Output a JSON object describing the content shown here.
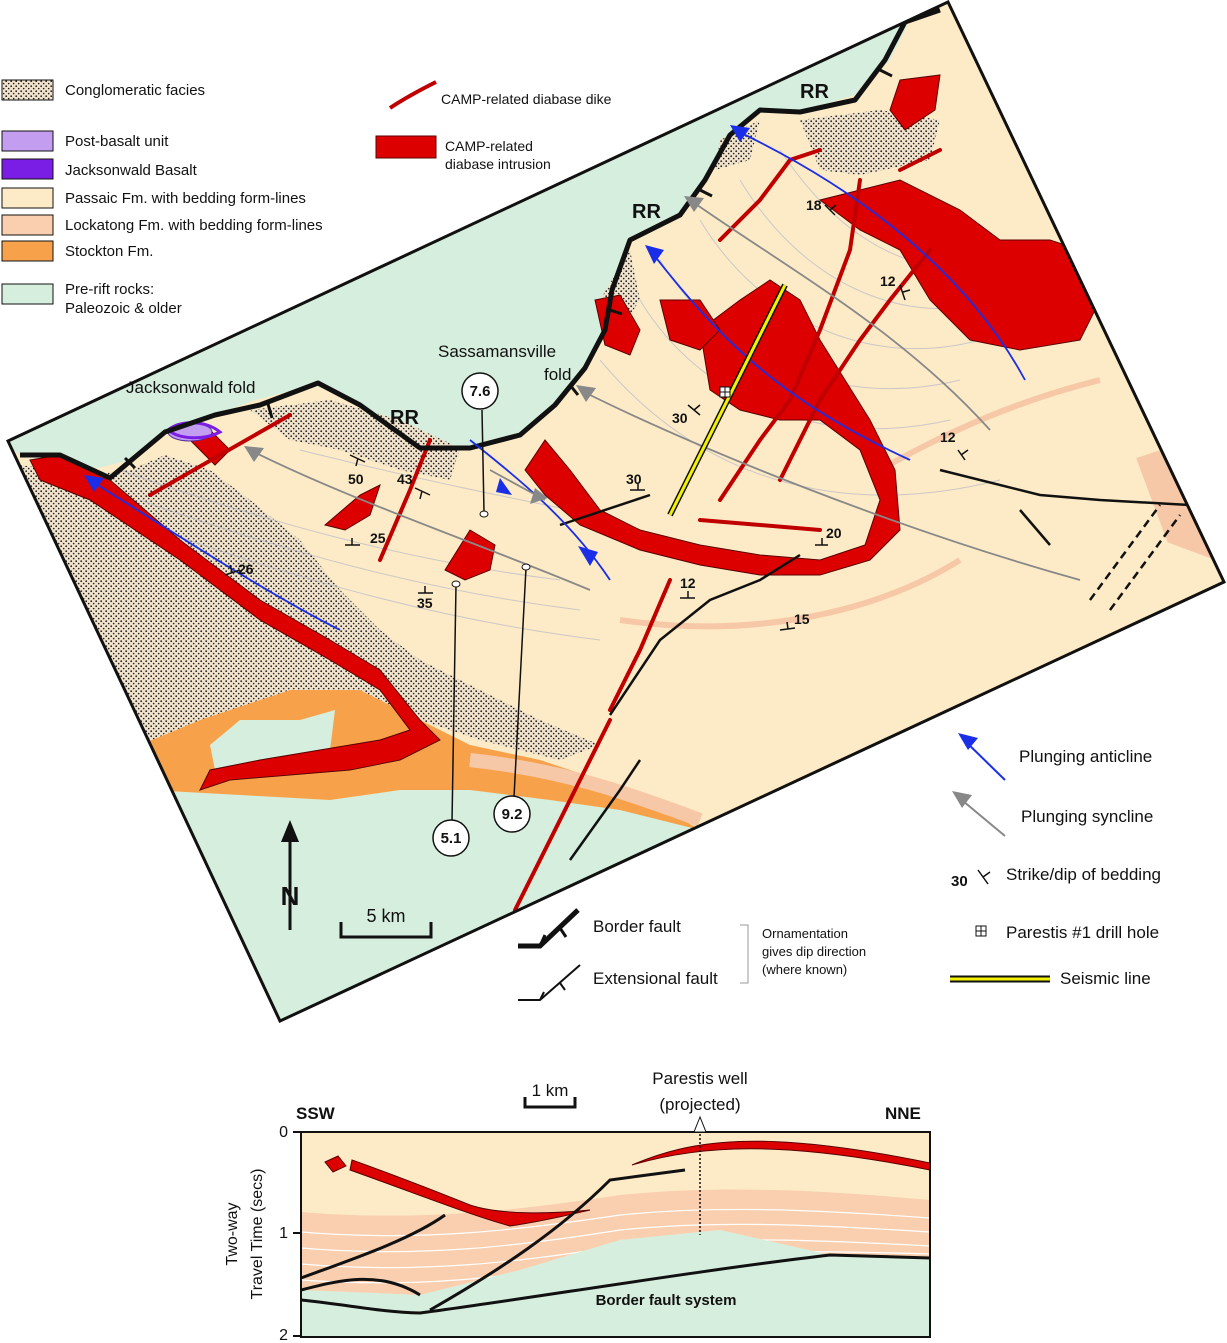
{
  "legend_left": [
    {
      "key": "conglomeratic",
      "label": "Conglomeratic facies",
      "color": "#e8d8c0"
    },
    {
      "key": "post_basalt",
      "label": "Post-basalt unit",
      "color": "#c39ef0"
    },
    {
      "key": "jacksonwald",
      "label": "Jacksonwald Basalt",
      "color": "#7a1ee6"
    },
    {
      "key": "passaic",
      "label": "Passaic Fm. with bedding form-lines",
      "color": "#fdebc7"
    },
    {
      "key": "lockatong",
      "label": "Lockatong Fm. with bedding form-lines",
      "color": "#f9cfb0"
    },
    {
      "key": "stockton",
      "label": "Stockton Fm.",
      "color": "#f7a24a"
    },
    {
      "key": "prerift_1",
      "label": "Pre-rift rocks:",
      "color": "#d6eedd"
    },
    {
      "key": "prerift_2",
      "label": "Paleozoic & older"
    }
  ],
  "legend_intrusion": {
    "dike": "CAMP-related diabase dike",
    "intrusion_1": "CAMP-related",
    "intrusion_2": "diabase intrusion",
    "color": "#dd0000"
  },
  "legend_right": {
    "anticline": "Plunging anticline",
    "syncline": "Plunging syncline",
    "strike_value": "30",
    "strike": "Strike/dip of bedding",
    "drill": "Parestis #1 drill hole",
    "seismic": "Seismic line",
    "anticline_color": "#1a2ee8",
    "syncline_color": "#888888",
    "seismic_color": "#f2f200"
  },
  "legend_faults": {
    "border": "Border fault",
    "extensional": "Extensional fault",
    "note_1": "Ornamentation",
    "note_2": "gives dip direction",
    "note_3": "(where known)"
  },
  "map_labels": {
    "rr": "RR",
    "jacksonwald_fold": "Jacksonwald fold",
    "sassamansville_1": "Sassamansville",
    "sassamansville_2": "fold",
    "north": "N",
    "scale": "5 km"
  },
  "circles": [
    "7.6",
    "5.1",
    "9.2"
  ],
  "dips": [
    "50",
    "43",
    "25",
    "26",
    "35",
    "30",
    "30",
    "18",
    "12",
    "12",
    "20",
    "12",
    "15"
  ],
  "section": {
    "left": "SSW",
    "right": "NNE",
    "scale": "1 km",
    "well_1": "Parestis well",
    "well_2": "(projected)",
    "ylabel_1": "Two-way",
    "ylabel_2": "Travel Time (secs)",
    "ticks": [
      "0",
      "1",
      "2"
    ],
    "border_label": "Border fault system"
  }
}
